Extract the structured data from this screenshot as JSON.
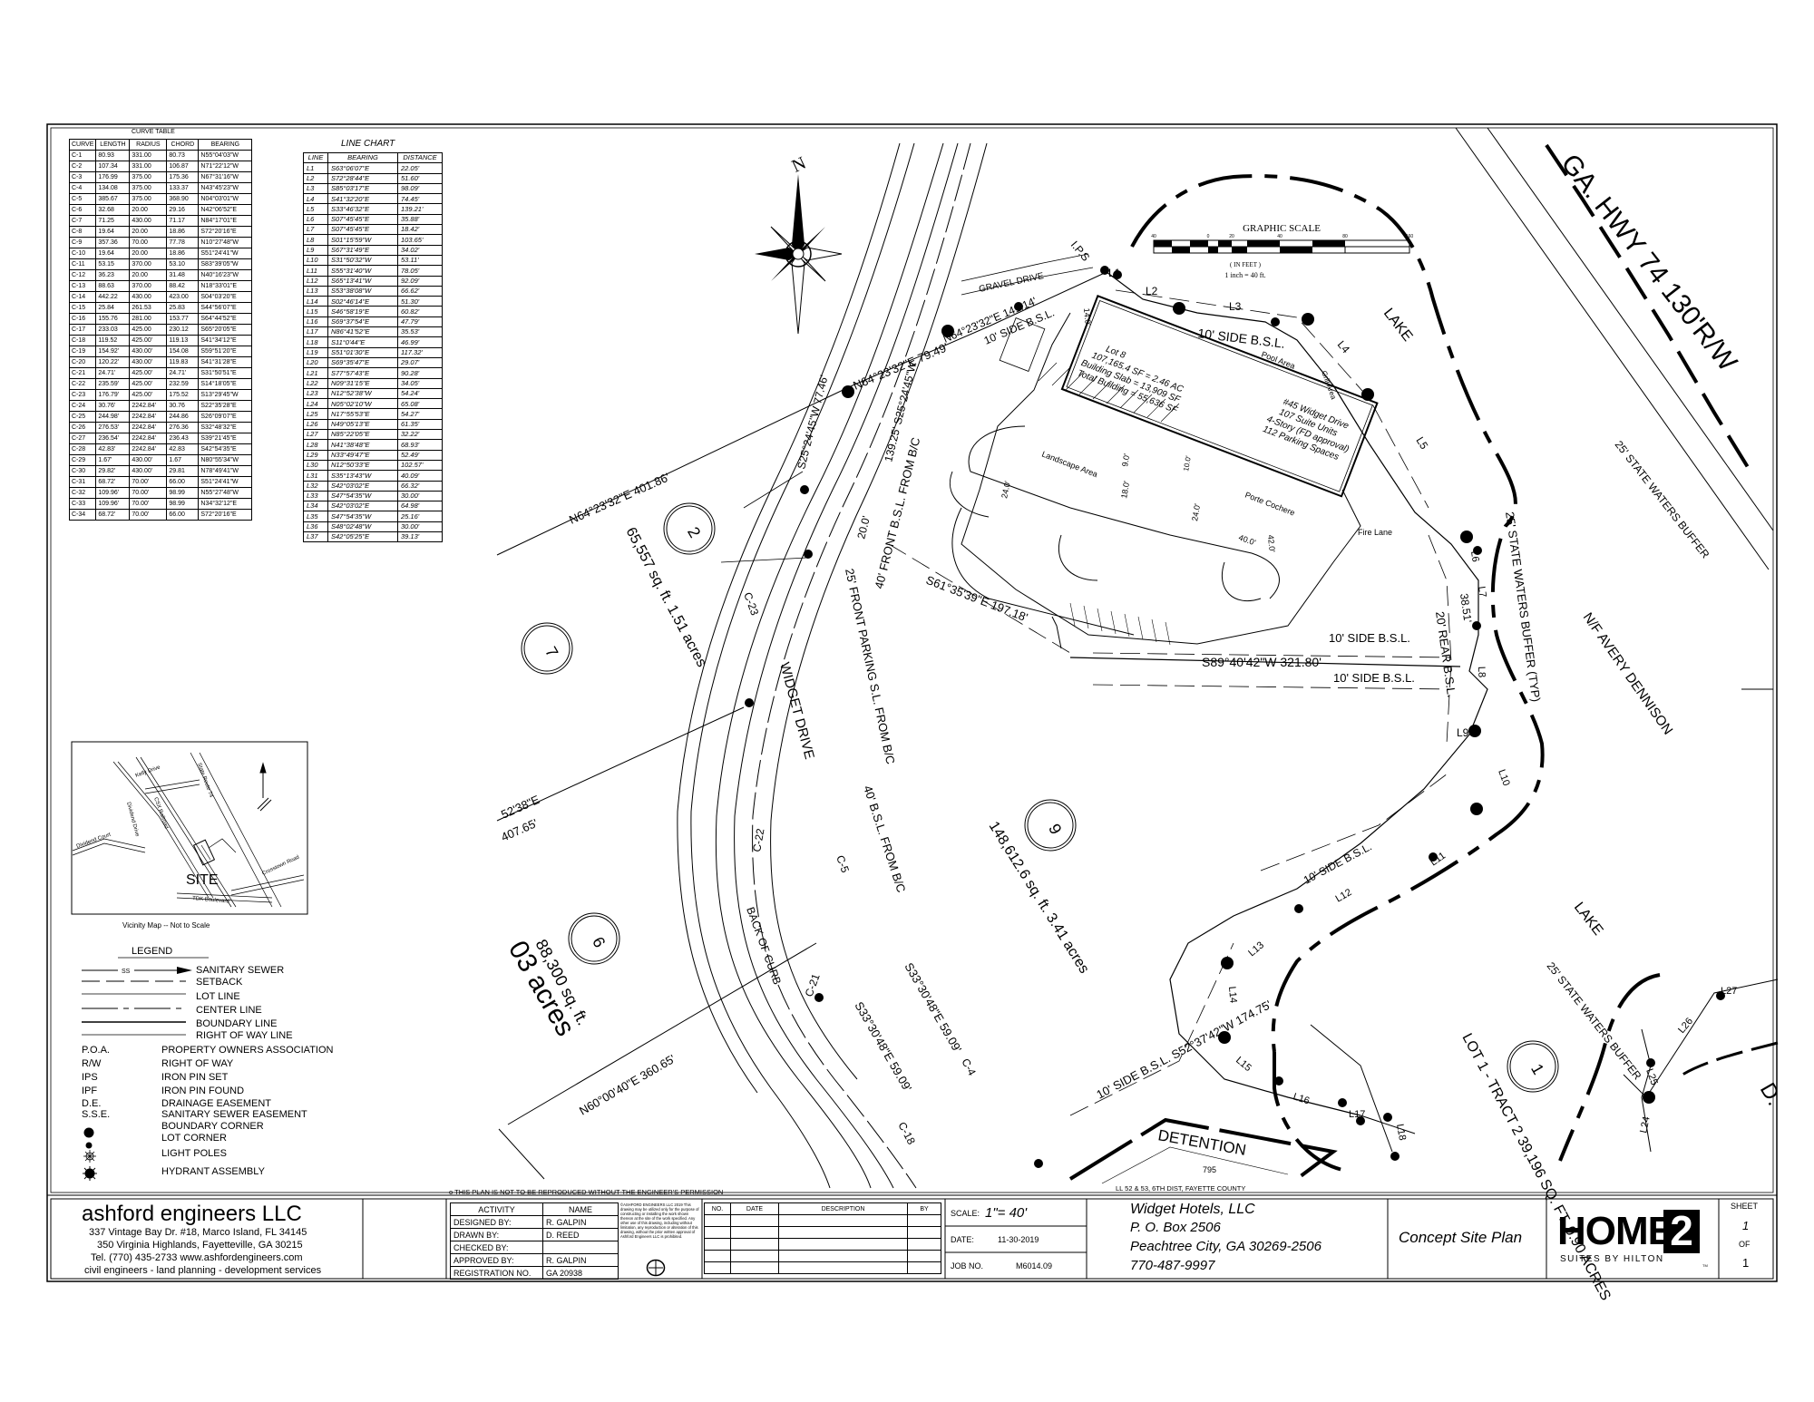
{
  "curve_table": {
    "title": "CURVE TABLE",
    "headers": [
      "CURVE",
      "LENGTH",
      "RADIUS",
      "CHORD",
      "BEARING"
    ],
    "rows": [
      [
        "C-1",
        "80.93",
        "331.00",
        "80.73",
        "N55°04'03\"W"
      ],
      [
        "C-2",
        "107.34",
        "331.00",
        "106.87",
        "N71°22'12\"W"
      ],
      [
        "C-3",
        "176.99",
        "375.00",
        "175.36",
        "N67°31'16\"W"
      ],
      [
        "C-4",
        "134.08",
        "375.00",
        "133.37",
        "N43°45'23\"W"
      ],
      [
        "C-5",
        "385.67",
        "375.00",
        "368.90",
        "N04°03'01\"W"
      ],
      [
        "C-6",
        "32.68",
        "20.00",
        "29.16",
        "N42°06'52\"E"
      ],
      [
        "C-7",
        "71.25",
        "430.00",
        "71.17",
        "N84°17'01\"E"
      ],
      [
        "C-8",
        "19.64",
        "20.00",
        "18.86",
        "S72°20'16\"E"
      ],
      [
        "C-9",
        "357.36",
        "70.00",
        "77.78",
        "N10°27'48\"W"
      ],
      [
        "C-10",
        "19.64",
        "20.00",
        "18.86",
        "S51°24'41\"W"
      ],
      [
        "C-11",
        "53.15",
        "370.00",
        "53.10",
        "S83°39'05\"W"
      ],
      [
        "C-12",
        "36.23",
        "20.00",
        "31.48",
        "N40°16'23\"W"
      ],
      [
        "C-13",
        "88.63",
        "370.00",
        "88.42",
        "N18°33'01\"E"
      ],
      [
        "C-14",
        "442.22",
        "430.00",
        "423.00",
        "S04°03'20\"E"
      ],
      [
        "C-15",
        "25.84",
        "261.53",
        "25.83",
        "S44°56'07\"E"
      ],
      [
        "C-16",
        "155.76",
        "281.00",
        "153.77",
        "S64°44'52\"E"
      ],
      [
        "C-17",
        "233.03",
        "425.00",
        "230.12",
        "S65°20'05\"E"
      ],
      [
        "C-18",
        "119.52",
        "425.00'",
        "119.13",
        "S41°34'12\"E"
      ],
      [
        "C-19",
        "154.92'",
        "430.00'",
        "154.08",
        "S59°51'20\"E"
      ],
      [
        "C-20",
        "120.22'",
        "430.00'",
        "119.83",
        "S41°31'28\"E"
      ],
      [
        "C-21",
        "24.71'",
        "425.00'",
        "24.71'",
        "S31°50'51\"E"
      ],
      [
        "C-22",
        "235.59'",
        "425.00'",
        "232.59",
        "S14°18'05\"E"
      ],
      [
        "C-23",
        "176.79'",
        "425.00'",
        "175.52",
        "S13°29'45\"W"
      ],
      [
        "C-24",
        "30.76'",
        "2242.84'",
        "30.76",
        "S22°35'28\"E"
      ],
      [
        "C-25",
        "244.98'",
        "2242.84'",
        "244.86",
        "S26°09'07\"E"
      ],
      [
        "C-26",
        "276.53'",
        "2242.84'",
        "276.36",
        "S32°48'32\"E"
      ],
      [
        "C-27",
        "236.54'",
        "2242.84'",
        "236.43",
        "S39°21'45\"E"
      ],
      [
        "C-28",
        "42.83'",
        "2242.84'",
        "42.83",
        "S42°54'35\"E"
      ],
      [
        "C-29",
        "1.67'",
        "430.00'",
        "1.67",
        "N80°55'34\"W"
      ],
      [
        "C-30",
        "29.82'",
        "430.00'",
        "29.81",
        "N78°49'41\"W"
      ],
      [
        "C-31",
        "68.72'",
        "70.00'",
        "66.00",
        "S51°24'41\"W"
      ],
      [
        "C-32",
        "109.96'",
        "70.00'",
        "98.99",
        "N55°27'48\"W"
      ],
      [
        "C-33",
        "109.96'",
        "70.00'",
        "98.99",
        "N34°32'12\"E"
      ],
      [
        "C-34",
        "68.72'",
        "70.00'",
        "66.00",
        "S72°20'16\"E"
      ]
    ]
  },
  "line_chart": {
    "title": "LINE CHART",
    "headers": [
      "LINE",
      "BEARING",
      "DISTANCE"
    ],
    "rows": [
      [
        "L1",
        "S63°06'07\"E",
        "22.05'"
      ],
      [
        "L2",
        "S72°28'44\"E",
        "51.60'"
      ],
      [
        "L3",
        "S85°03'17\"E",
        "98.09'"
      ],
      [
        "L4",
        "S41°32'20\"E",
        "74.45'"
      ],
      [
        "L5",
        "S33°46'32\"E",
        "139.21'"
      ],
      [
        "L6",
        "S07°45'45\"E",
        "35.88'"
      ],
      [
        "L7",
        "S07°45'45\"E",
        "18.42'"
      ],
      [
        "L8",
        "S01°15'59\"W",
        "103.65'"
      ],
      [
        "L9",
        "S67°31'49\"E",
        "34.02'"
      ],
      [
        "L10",
        "S31°50'32\"W",
        "53.11'"
      ],
      [
        "L11",
        "S55°31'40\"W",
        "78.05'"
      ],
      [
        "L12",
        "S65°13'41\"W",
        "92.09'"
      ],
      [
        "L13",
        "S53°38'08\"W",
        "66.62'"
      ],
      [
        "L14",
        "S02°46'14\"E",
        "51.30'"
      ],
      [
        "L15",
        "S46°58'19\"E",
        "60.82'"
      ],
      [
        "L16",
        "S69°37'54\"E",
        "47.79'"
      ],
      [
        "L17",
        "N86°41'52\"E",
        "35.53'"
      ],
      [
        "L18",
        "S11°0'44\"E",
        "46.99'"
      ],
      [
        "L19",
        "S51°01'30\"E",
        "117.32'"
      ],
      [
        "L20",
        "S69°35'47\"E",
        "29.07'"
      ],
      [
        "L21",
        "S77°57'43\"E",
        "90.28'"
      ],
      [
        "L22",
        "N09°31'15\"E",
        "34.05'"
      ],
      [
        "L23",
        "N12°52'38\"W",
        "54.24'"
      ],
      [
        "L24",
        "N05°02'10\"W",
        "65.08'"
      ],
      [
        "L25",
        "N17°55'53\"E",
        "54.27'"
      ],
      [
        "L26",
        "N49°05'13\"E",
        "61.35'"
      ],
      [
        "L27",
        "N85°22'05\"E",
        "32.22'"
      ],
      [
        "L28",
        "N41°38'48\"E",
        "68.93'"
      ],
      [
        "L29",
        "N33°49'47\"E",
        "52.49'"
      ],
      [
        "L30",
        "N12°50'33\"E",
        "102.57'"
      ],
      [
        "L31",
        "S35°13'43\"W",
        "40.09'"
      ],
      [
        "L32",
        "S42°03'02\"E",
        "66.32'"
      ],
      [
        "L33",
        "S47°54'35\"W",
        "30.00'"
      ],
      [
        "L34",
        "S42°03'02\"E",
        "64.98'"
      ],
      [
        "L35",
        "S47°54'35\"W",
        "25.16'"
      ],
      [
        "L36",
        "S48°02'48\"W",
        "30.00'"
      ],
      [
        "L37",
        "S42°05'25\"E",
        "39.13'"
      ]
    ]
  },
  "site_labels": {
    "highway": "GA. HWY 74   130'R/W",
    "state_buffer_top": "25' STATE WATERS BUFFER",
    "lake_top": "LAKE",
    "lake_right": "LAKE",
    "graphic_scale": "GRAPHIC SCALE",
    "scale_ticks": [
      "40",
      "0",
      "20",
      "40",
      "80",
      "160"
    ],
    "in_feet": "( IN FEET )",
    "scale_inch": "1 inch = 40  ft.",
    "gravel_drive": "GRAVEL DRIVE",
    "ips": "I.P.S",
    "l1": "L1",
    "l2": "L2",
    "l3": "L3",
    "l4": "L4",
    "l5": "L5",
    "l6": "L6",
    "l7": "L7",
    "l8": "L8",
    "l9": "L9",
    "l10": "L10",
    "l11": "L11",
    "l12": "L12",
    "l13": "L13",
    "l14": "L14",
    "l15": "L15",
    "l16": "L16",
    "l17": "L17",
    "l18": "L18",
    "l24": "L24",
    "l25": "L25",
    "l26": "L26",
    "l27": "L27",
    "top_bearing": "N64°23'32\"E  141.14'",
    "side_bsl_top": "10' SIDE B.S.L.",
    "side_bsl_top_right": "10' SIDE B.S.L.",
    "lot8_lines": [
      "Lot 8",
      "107,165.4 SF = 2.46 AC",
      "Building Slab = 13,909 SF",
      "Total Building = 55,636 SF"
    ],
    "building_lines": [
      "#45 Widget Drive",
      "107 Suite Units",
      "4-Story (FD approval)",
      "112 Parking Spaces"
    ],
    "pool_area": "Pool Area",
    "grill_area": "Grill Area",
    "landscape_area": "Landscape Area",
    "porte_cochere": "Porte Cochere",
    "fire_lane": "Fire Lane",
    "dim_24a": "24.0'",
    "dim_18": "18.0'",
    "dim_9": "9.0'",
    "dim_24b": "24.0'",
    "dim_40": "40.0'",
    "dim_42": "42.0'",
    "dim_14": "14.0'",
    "dim_10": "10.0'",
    "state_buffer_typ": "25' STATE WATERS BUFFER (TYP)",
    "rear_bsl": "20' REAR B.S.L.",
    "dim_3851": "38.51'",
    "nf_avery": "N/F AVERY DENNISON",
    "side_bsl_mid": "10' SIDE B.S.L.",
    "bearing_s89": "S89°40'42\"W 321.80'",
    "side_bsl_mid2": "10' SIDE B.S.L.",
    "bearing_s61": "S61°35'39\"E 197.18'",
    "bearing_7949": "N64°23'32\"E  79.49'",
    "bearing_7746": "S25°24'45\"W  77.46'",
    "bearing_13925": "139.25'  S25°24'45\"W",
    "front_bsl": "40' FRONT B.S.L. FROM B/C",
    "dim_20": "20.0'",
    "front_parking": "25' FRONT PARKING S.L. FROM B/C",
    "widget_drive": "WIDGET DRIVE",
    "bearing_40186": "N64°23'32\"E  401.86'",
    "lot2_num": "2",
    "lot2_area": "65,557 sq. ft.  1.51 acres",
    "lot7_num": "7",
    "c23": "C-23",
    "c22": "C-22",
    "c21": "C-21",
    "c5": "C-5",
    "c4": "C-4",
    "c18": "C-18",
    "bsl_40_bc": "40' B.S.L. FROM B/C",
    "lot9_num": "9",
    "lot9_area": "148,612.6 sq. ft.  3.41 acres",
    "side_bsl_low": "10' SIDE B.S.L.",
    "left_bearing": "52'38\"E",
    "left_dist": "407.65'",
    "lot6_num": "6",
    "lot6_area": "88,300 sq. ft.",
    "lot6_acres": "03 acres",
    "back_of_curb": "BACK OF CURB",
    "bearing_s33a": "S33°30'48\"E  59.09'",
    "bearing_s33b": "S33°30'48\"E  59.09'",
    "bearing_n60": "N60°00'40\"E  360.65'",
    "bearing_s52": "10' SIDE B.S.L.  S52°37'42\"W  174.75'",
    "detention": "DETENTION",
    "contour_795": "795",
    "lot1_num": "1",
    "lot1_label": "LOT 1 - TRACT 2  39,196 SQ. FT.  0.90 ACRES",
    "state_buffer_right": "25' STATE WATERS BUFFER",
    "right_partial": "D."
  },
  "vicinity": {
    "streets": [
      "Kelly Drive",
      "Dividend Drive",
      "CSX Railroad",
      "State Route 74",
      "Dividend Court",
      "Crosstown Road",
      "TDK Boulevard"
    ],
    "site": "SITE",
    "caption": "Vicinity Map -- Not to Scale"
  },
  "legend": {
    "title": "LEGEND",
    "line_items": [
      "SANITARY SEWER",
      "SETBACK",
      "LOT LINE",
      "CENTER LINE",
      "BOUNDARY LINE",
      "RIGHT OF WAY LINE"
    ],
    "ss_symbol": "SS",
    "abbrev": [
      [
        "P.O.A.",
        "PROPERTY OWNERS ASSOCIATION"
      ],
      [
        "R/W",
        "RIGHT OF WAY"
      ],
      [
        "IPS",
        "IRON PIN SET"
      ],
      [
        "IPF",
        "IRON PIN FOUND"
      ],
      [
        "D.E.",
        "DRAINAGE EASEMENT"
      ],
      [
        "S.S.E.",
        "SANITARY SEWER EASEMENT"
      ]
    ],
    "symbol_items": [
      "BOUNDARY CORNER",
      "LOT CORNER",
      "LIGHT POLES",
      "HYDRANT ASSEMBLY"
    ]
  },
  "notes": {
    "reproduction": "o THIS PLAN IS NOT TO BE REPRODUCED WITHOUT THE ENGINEER'S PERMISSION",
    "land_lot": "LL 52 & 53, 6TH DIST, FAYETTE COUNTY"
  },
  "title_block": {
    "firm_name": "ashford engineers LLC",
    "addr1": "337 Vintage Bay Dr. #18, Marco Island, FL 34145",
    "addr2": "350 Virginia Highlands, Fayetteville, GA 30215",
    "tel": "Tel. (770) 435-2733  www.ashfordengineers.com",
    "services": "civil engineers - land planning - development services",
    "activity_header": [
      "ACTIVITY",
      "NAME"
    ],
    "activity_rows": [
      [
        "DESIGNED BY:",
        "R. GALPIN"
      ],
      [
        "DRAWN BY:",
        "D. REED"
      ],
      [
        "CHECKED BY:",
        ""
      ],
      [
        "APPROVED BY:",
        "R. GALPIN"
      ],
      [
        "REGISTRATION NO.",
        "GA 20938"
      ]
    ],
    "copyright_note": "©ASHFORD ENGINEERS LLC 2019 This drawing may be utilized only for the purpose of constructing or installing the work shown thereon at the site of the work specified. Any other use of this drawing, including without limitation, any reproduction or alteration of this drawing, without the prior written approval of Ashford Engineers LLC is prohibited.",
    "rev_headers": [
      "NO.",
      "DATE",
      "DESCRIPTION",
      "BY"
    ],
    "scale_label": "SCALE:",
    "scale_value": "1\"= 40'",
    "date_label": "DATE:",
    "date_value": "11-30-2019",
    "job_label": "JOB NO.",
    "job_value": "M6014.09",
    "client_name": "Widget Hotels, LLC",
    "client_po": "P. O. Box 2506",
    "client_city": "Peachtree City, GA 30269-2506",
    "client_phone": "770-487-9997",
    "plan_title": "Concept Site Plan",
    "logo_main": "HOME",
    "logo_num": "2",
    "logo_sub": "SUITES BY HILTON",
    "logo_tm": "TM",
    "sheet_label": "SHEET",
    "sheet_num": "1",
    "of_label": "OF",
    "sheet_total": "1"
  }
}
